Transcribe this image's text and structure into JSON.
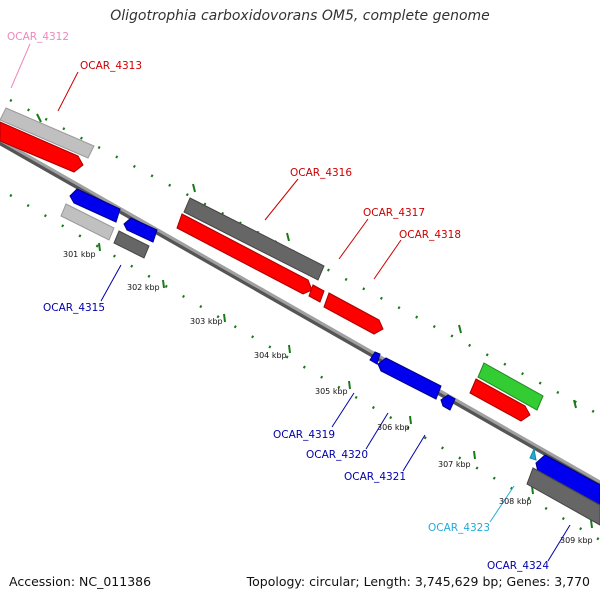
{
  "title": "Oligotrophia carboxidovorans OM5, complete genome",
  "footer": {
    "accession": "Accession: NC_011386",
    "summary": "Topology: circular; Length: 3,745,629 bp; Genes: 3,770"
  },
  "colors": {
    "backbone": "#808080",
    "tick": "#1a7a1a",
    "red": "#ff0000",
    "blue": "#0000ee",
    "dark_gray": "#666666",
    "light_gray": "#c0c0c0",
    "green": "#33cc33",
    "cyan": "#22aadd",
    "pink": "#ee88bb",
    "label_red": "#cc0000",
    "label_blue": "#0000aa"
  },
  "gene_labels": {
    "ocar_4312": "OCAR_4312",
    "ocar_4313": "OCAR_4313",
    "ocar_4315": "OCAR_4315",
    "ocar_4316": "OCAR_4316",
    "ocar_4317": "OCAR_4317",
    "ocar_4318": "OCAR_4318",
    "ocar_4319": "OCAR_4319",
    "ocar_4320": "OCAR_4320",
    "ocar_4321": "OCAR_4321",
    "ocar_4323": "OCAR_4323",
    "ocar_4324": "OCAR_4324"
  },
  "kbp_labels": {
    "k301": "301 kbp",
    "k302": "302 kbp",
    "k303": "303 kbp",
    "k304": "304 kbp",
    "k305": "305 kbp",
    "k306": "306 kbp",
    "k307": "307 kbp",
    "k308": "308 kbp",
    "k309": "309 kbp"
  }
}
